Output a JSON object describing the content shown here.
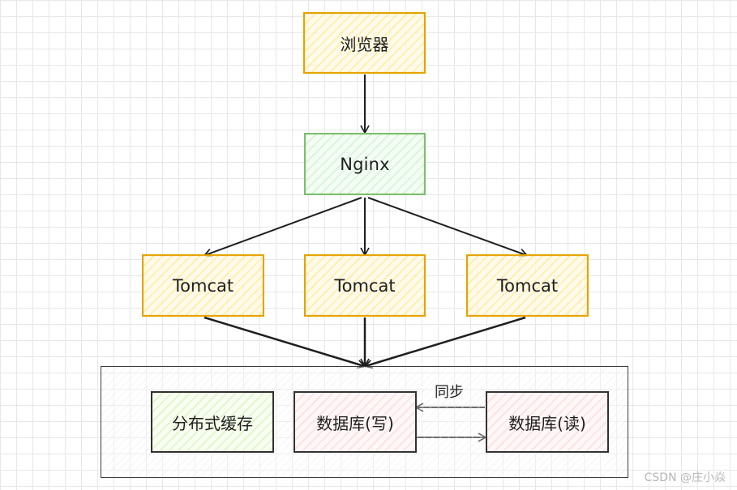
{
  "diagram": {
    "browser": {
      "label": "浏览器"
    },
    "nginx": {
      "label": "Nginx"
    },
    "tomcat_left": {
      "label": "Tomcat"
    },
    "tomcat_center": {
      "label": "Tomcat"
    },
    "tomcat_right": {
      "label": "Tomcat"
    },
    "cache": {
      "label": "分布式缓存"
    },
    "db_write": {
      "label": "数据库(写)"
    },
    "db_read": {
      "label": "数据库(读)"
    },
    "sync": {
      "label": "同步"
    }
  },
  "watermark": "CSDN @庄小焱",
  "colors": {
    "orange_border": "#e6a300",
    "green_border": "#7cbf6d",
    "dark_stroke": "#333333",
    "grid": "#e7e7e7"
  }
}
